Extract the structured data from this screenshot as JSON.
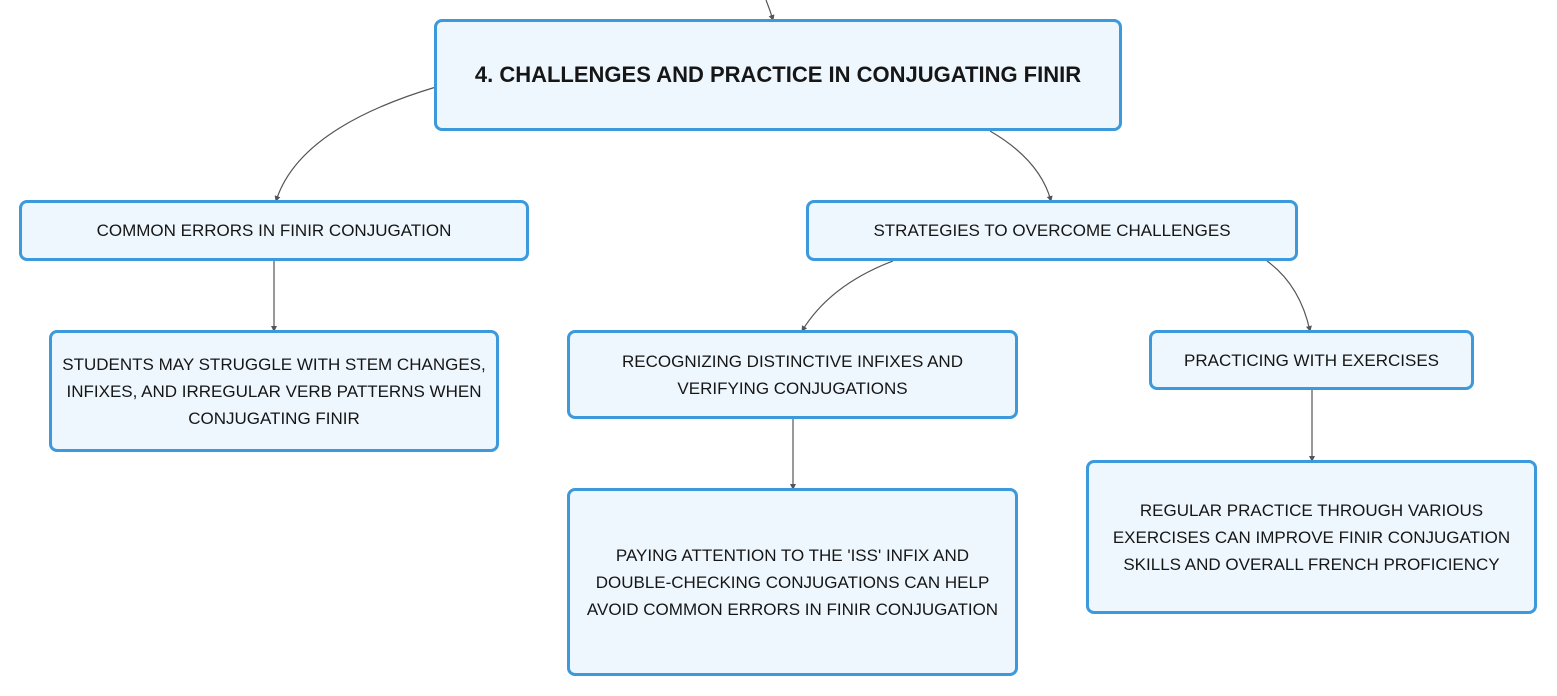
{
  "colors": {
    "node_fill": "#eef7fe",
    "node_border": "#3b99dc",
    "connector": "#555555",
    "text": "#161616"
  },
  "nodes": {
    "root": {
      "label": "4. CHALLENGES AND PRACTICE IN CONJUGATING FINIR"
    },
    "common_errors": {
      "label": "COMMON ERRORS IN FINIR CONJUGATION"
    },
    "common_errors_detail": {
      "label": "STUDENTS MAY STRUGGLE WITH STEM CHANGES, INFIXES, AND IRREGULAR VERB PATTERNS WHEN CONJUGATING FINIR"
    },
    "strategies": {
      "label": "STRATEGIES TO OVERCOME CHALLENGES"
    },
    "recognizing": {
      "label": "RECOGNIZING DISTINCTIVE INFIXES AND VERIFYING CONJUGATIONS"
    },
    "recognizing_detail": {
      "label": "PAYING ATTENTION TO THE 'ISS' INFIX AND DOUBLE-CHECKING CONJUGATIONS CAN HELP AVOID COMMON ERRORS IN FINIR CONJUGATION"
    },
    "practicing": {
      "label": "PRACTICING WITH EXERCISES"
    },
    "practicing_detail": {
      "label": "REGULAR PRACTICE THROUGH VARIOUS EXERCISES CAN IMPROVE FINIR CONJUGATION SKILLS AND OVERALL FRENCH PROFICIENCY"
    }
  }
}
